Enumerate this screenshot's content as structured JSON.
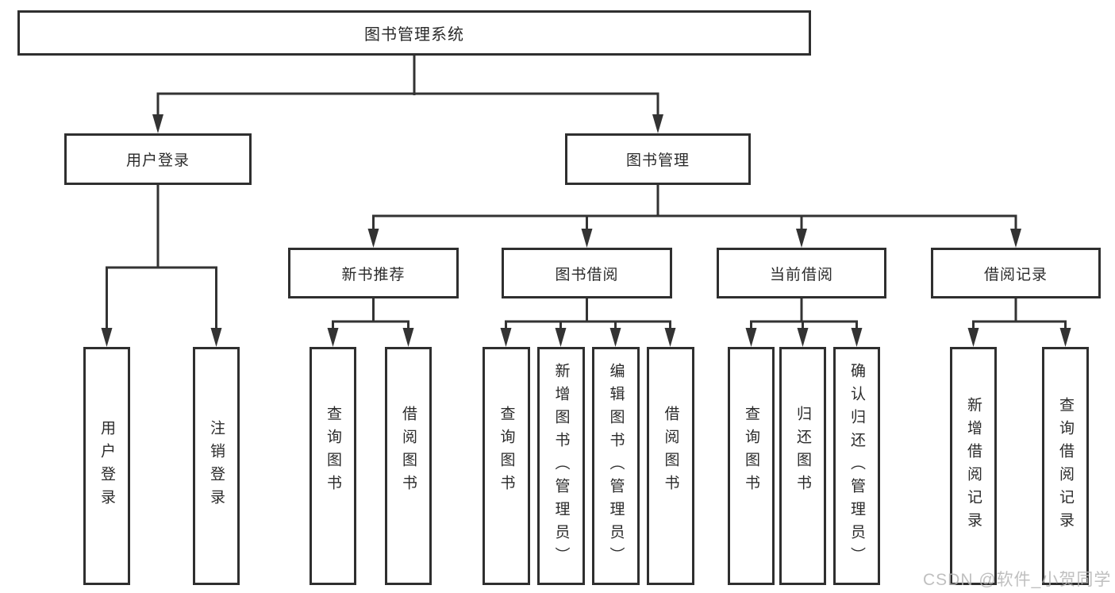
{
  "tree": {
    "root": {
      "label": "图书管理系统"
    },
    "branches": [
      {
        "label": "用户登录",
        "children": [
          {
            "label": "用户登录"
          },
          {
            "label": "注销登录"
          }
        ]
      },
      {
        "label": "图书管理",
        "children": [
          {
            "label": "新书推荐",
            "children": [
              {
                "label": "查询图书"
              },
              {
                "label": "借阅图书"
              }
            ]
          },
          {
            "label": "图书借阅",
            "children": [
              {
                "label": "查询图书"
              },
              {
                "label": "新增图书（管理员）"
              },
              {
                "label": "编辑图书（管理员）"
              },
              {
                "label": "借阅图书"
              }
            ]
          },
          {
            "label": "当前借阅",
            "children": [
              {
                "label": "查询图书"
              },
              {
                "label": "归还图书"
              },
              {
                "label": "确认归还（管理员）"
              }
            ]
          },
          {
            "label": "借阅记录",
            "children": [
              {
                "label": "新增借阅记录"
              },
              {
                "label": "查询借阅记录"
              }
            ]
          }
        ]
      }
    ]
  },
  "watermark": "CSDN @软件_小贺同学",
  "colors": {
    "line": "#333333",
    "box_border": "#2f2f2f",
    "text": "#2b2b2b",
    "watermark": "#b5b5b5",
    "background": "#ffffff"
  }
}
